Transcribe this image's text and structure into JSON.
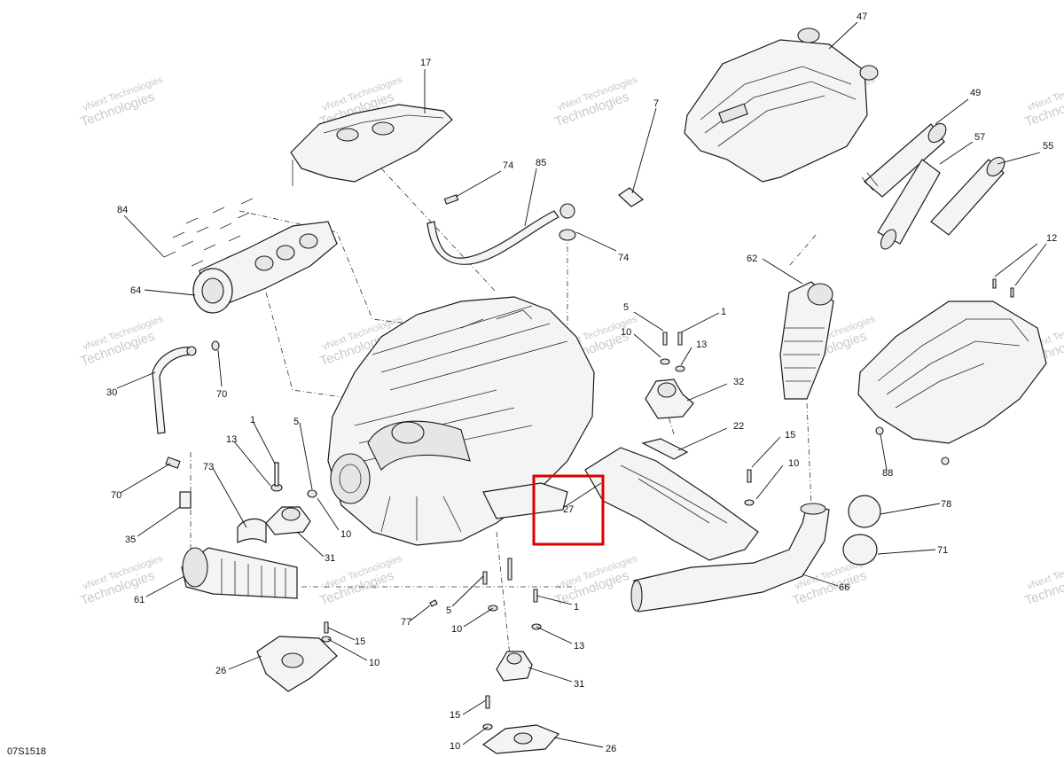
{
  "diagram": {
    "drawing_code": "07S1518",
    "watermark_text": [
      "vNext Technologies",
      "Technologies"
    ],
    "highlight_label": "27",
    "callouts": [
      "47",
      "17",
      "7",
      "49",
      "57",
      "55",
      "74",
      "85",
      "74",
      "84",
      "12",
      "62",
      "64",
      "5",
      "1",
      "10",
      "13",
      "30",
      "70",
      "32",
      "22",
      "15",
      "10",
      "88",
      "73",
      "1",
      "13",
      "5",
      "70",
      "35",
      "10",
      "31",
      "78",
      "71",
      "61",
      "77",
      "5",
      "10",
      "1",
      "13",
      "66",
      "15",
      "10",
      "26",
      "31",
      "15",
      "10",
      "26"
    ]
  }
}
